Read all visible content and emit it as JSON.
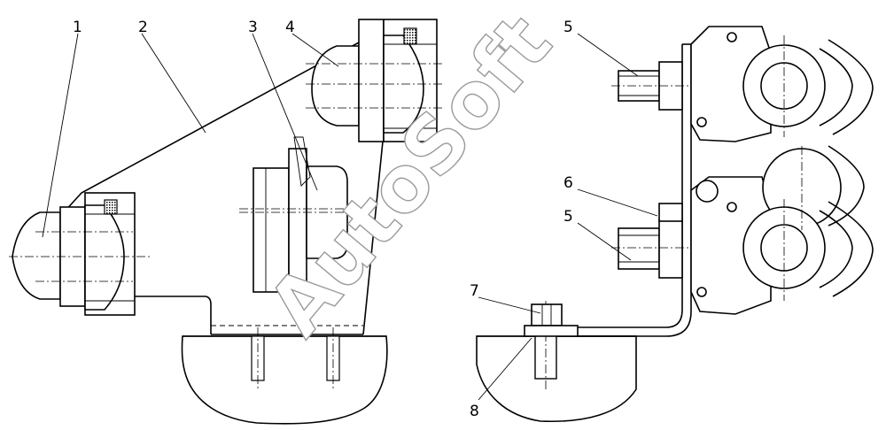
{
  "callouts": {
    "c1": "1",
    "c2": "2",
    "c3": "3",
    "c4": "4",
    "c5a": "5",
    "c6": "6",
    "c5b": "5",
    "c7": "7",
    "c8": "8"
  },
  "watermark": "AutoSoft"
}
